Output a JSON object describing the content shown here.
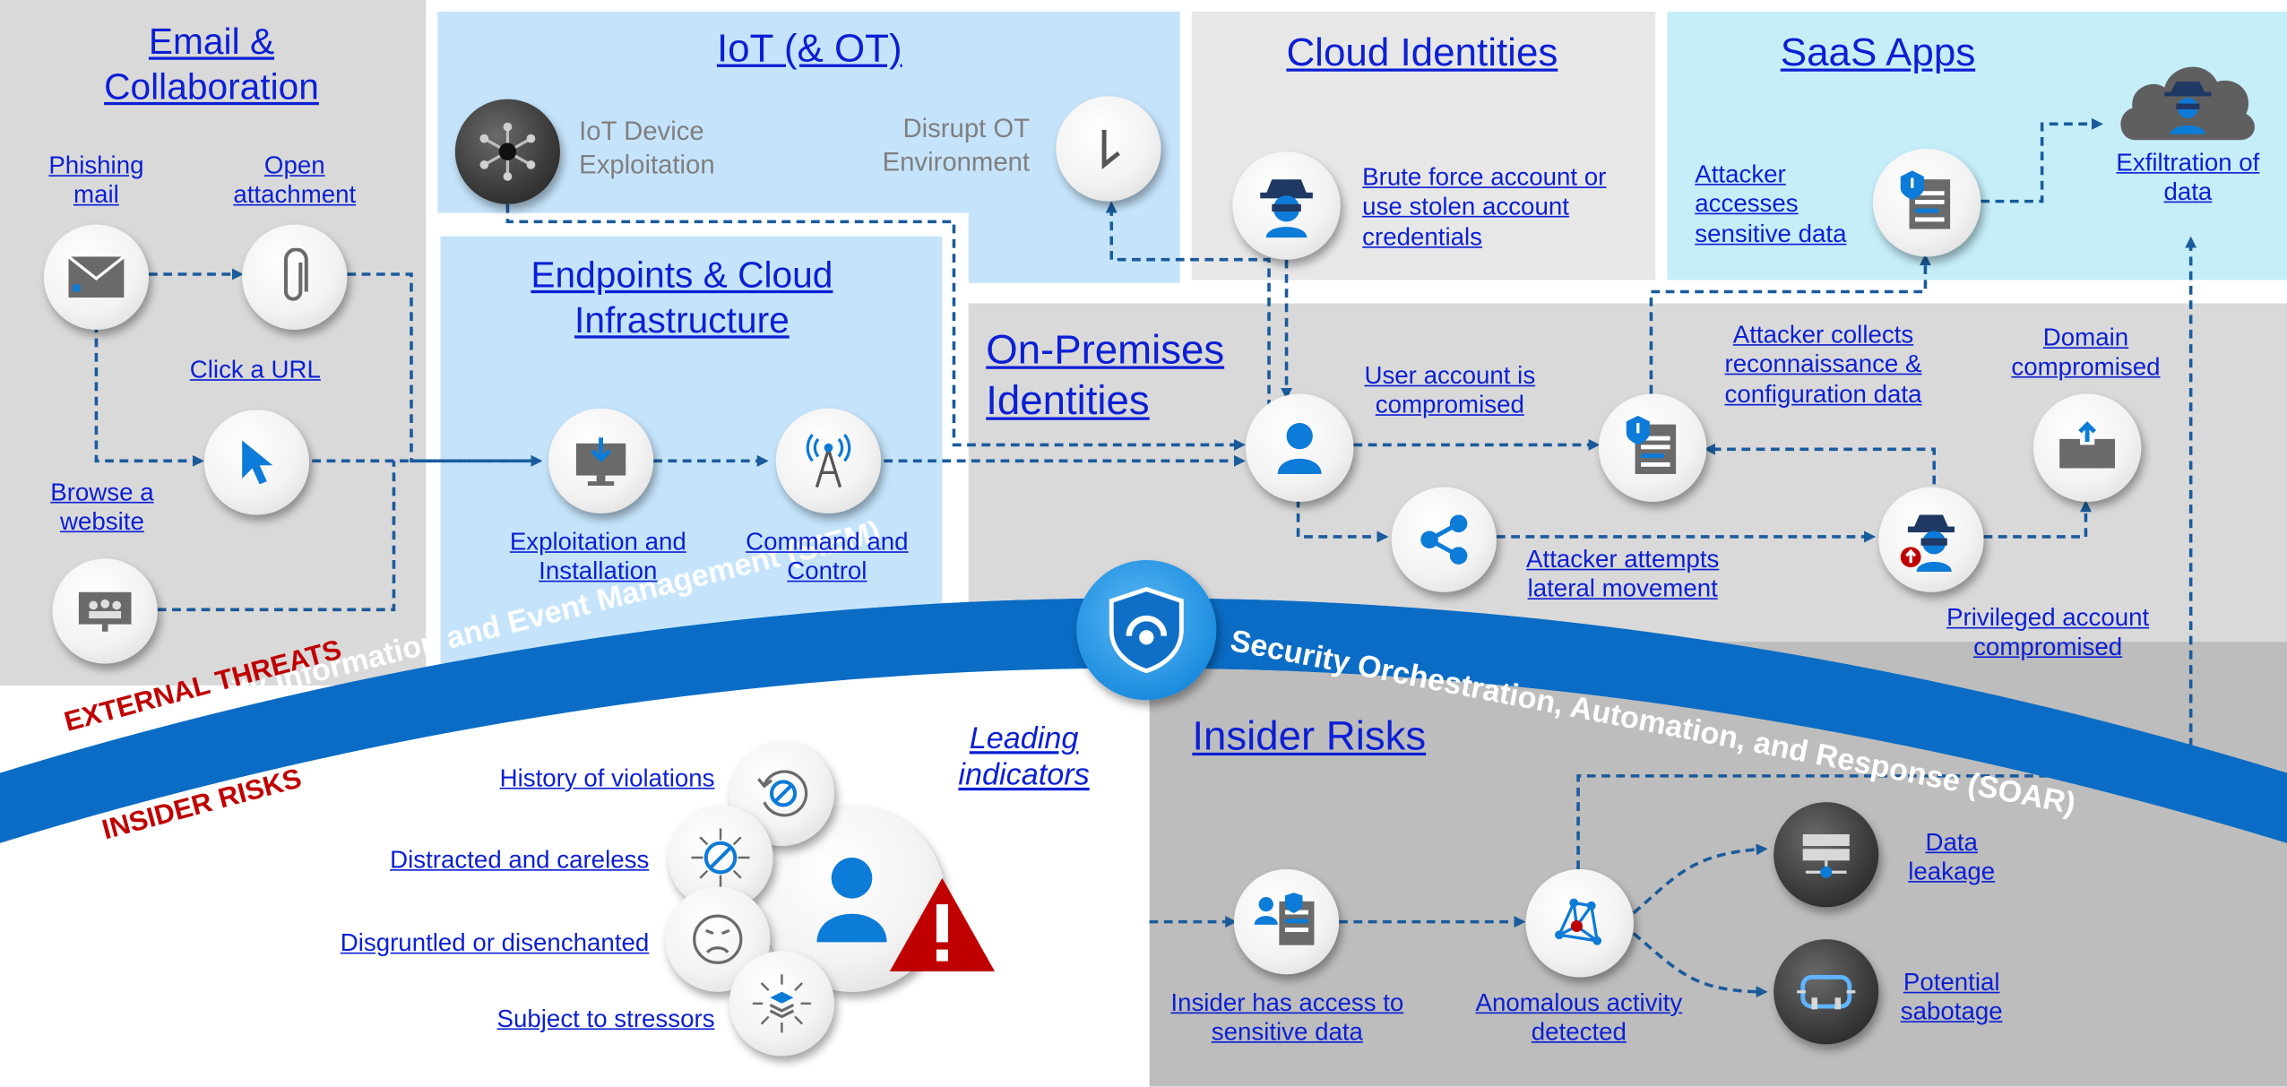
{
  "sections": {
    "email": "Email & Collaboration",
    "iot": "IoT (& OT)",
    "cloud_identities": "Cloud Identities",
    "saas": "SaaS Apps",
    "endpoints": "Endpoints & Cloud Infrastructure",
    "onprem": "On-Premises Identities",
    "insider": "Insider Risks"
  },
  "email_flow": {
    "phishing": "Phishing mail",
    "open_attachment": "Open attachment",
    "click_url": "Click a URL",
    "browse": "Browse a website"
  },
  "iot_flow": {
    "device_exploitation": "IoT Device Exploitation",
    "disrupt_ot": "Disrupt OT Environment"
  },
  "endpoint_flow": {
    "exploitation": "Exploitation and Installation",
    "command_control": "Command and Control"
  },
  "identity_flow": {
    "brute_force": "Brute force account or use stolen account credentials",
    "user_compromised": "User account is compromised",
    "lateral": "Attacker attempts lateral movement",
    "privileged": "Privileged account compromised",
    "recon": "Attacker collects reconnaissance & configuration data",
    "domain": "Domain compromised",
    "accesses": "Attacker accesses sensitive data",
    "exfiltration": "Exfiltration of data"
  },
  "banner": {
    "siem": "Security Information and Event Management (SIEM)",
    "soar": "Security Orchestration, Automation, and Response (SOAR)",
    "external": "EXTERNAL THREATS",
    "insider": "INSIDER RISKS"
  },
  "insider_flow": {
    "history": "History of violations",
    "distracted": "Distracted and careless",
    "disgruntled": "Disgruntled or disenchanted",
    "stressors": "Subject to stressors",
    "leading": "Leading indicators",
    "has_access": "Insider has access to sensitive data",
    "anomalous": "Anomalous activity detected",
    "leakage": "Data leakage",
    "sabotage": "Potential sabotage"
  },
  "colors": {
    "link": "#0b1fd4",
    "banner": "#0a6cc4",
    "light_blue": "#c5e4fb",
    "grey_panel": "#d9d9d9",
    "warning": "#c00000",
    "icon_blue": "#0d7bd8"
  }
}
